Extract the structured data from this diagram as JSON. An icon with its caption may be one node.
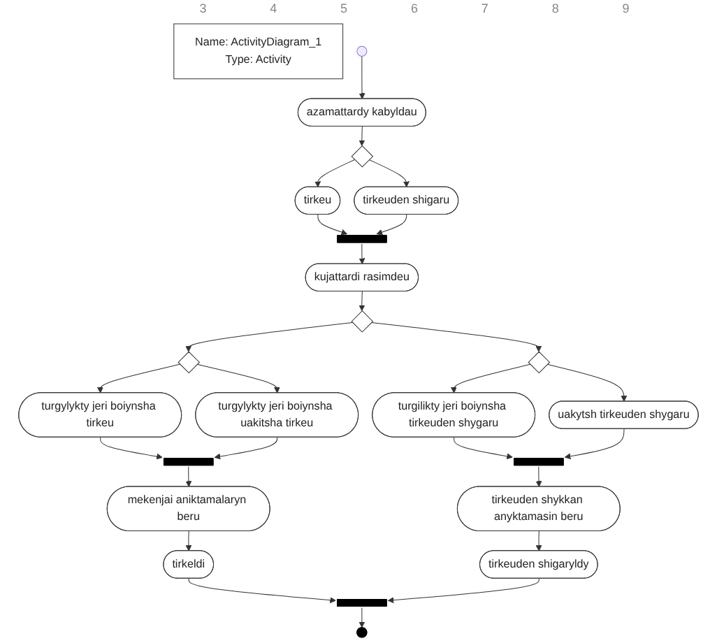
{
  "diagram": {
    "nodes": [
      {
        "text": [
          "Name: ActivityDiagram_1",
          "Type: Activity"
        ]
      },
      {
        "text": [],
        "shape": "circle"
      },
      {
        "text": [
          "azamattardy kabyldau"
        ]
      },
      {
        "text": [],
        "shape": "diamond"
      },
      {
        "text": [
          "tirkeu"
        ]
      },
      {
        "text": [
          "tirkeuden shigaru"
        ]
      },
      {
        "text": [],
        "shape": "bar"
      },
      {
        "text": [
          "kujattardi rasimdeu"
        ]
      },
      {
        "text": [],
        "shape": "diamond"
      },
      {
        "text": [],
        "shape": "diamond"
      },
      {
        "text": [],
        "shape": "diamond"
      },
      {
        "text": [
          "turgylykty jeri boiynsha tirkeu"
        ]
      },
      {
        "text": [
          "turgylykty jeri boiynsha uakitsha tirkeu"
        ]
      },
      {
        "text": [
          "turgilikty jeri boiynsha tirkeuden shygaru"
        ]
      },
      {
        "text": [
          "uakytsh tirkeuden shygaru"
        ]
      },
      {
        "text": [],
        "shape": "bar"
      },
      {
        "text": [],
        "shape": "bar"
      },
      {
        "text": [
          "mekenjai aniktamalaryn beru"
        ]
      },
      {
        "text": [
          "tirkeuden shykkan anyktamasin beru"
        ]
      },
      {
        "text": [
          "tirkeldi"
        ]
      },
      {
        "text": [
          "tirkeuden shigaryldy"
        ]
      },
      {
        "text": [],
        "shape": "bar"
      },
      {
        "text": [],
        "shape": "circle"
      }
    ],
    "edges": [
      {
        "from": 1,
        "to": 2,
        "arrow": "to"
      },
      {
        "from": 2,
        "to": 3,
        "arrow": "to"
      },
      {
        "from": 3,
        "to": 4,
        "arrow": "to"
      },
      {
        "from": 3,
        "to": 5,
        "arrow": "to"
      },
      {
        "from": 4,
        "to": 6,
        "arrow": "to"
      },
      {
        "from": 5,
        "to": 6,
        "arrow": "to"
      },
      {
        "from": 6,
        "to": 7,
        "arrow": "to"
      },
      {
        "from": 7,
        "to": 8,
        "arrow": "to"
      },
      {
        "from": 8,
        "to": 9,
        "arrow": "to"
      },
      {
        "from": 8,
        "to": 10,
        "arrow": "to"
      },
      {
        "from": 9,
        "to": 11,
        "arrow": "to"
      },
      {
        "from": 9,
        "to": 12,
        "arrow": "to"
      },
      {
        "from": 10,
        "to": 13,
        "arrow": "to"
      },
      {
        "from": 10,
        "to": 14,
        "arrow": "to"
      },
      {
        "from": 11,
        "to": 15,
        "arrow": "to"
      },
      {
        "from": 12,
        "to": 15,
        "arrow": "to"
      },
      {
        "from": 13,
        "to": 16,
        "arrow": "to"
      },
      {
        "from": 14,
        "to": 16,
        "arrow": "to"
      },
      {
        "from": 15,
        "to": 17,
        "arrow": "to"
      },
      {
        "from": 16,
        "to": 18,
        "arrow": "to"
      },
      {
        "from": 17,
        "to": 19,
        "arrow": "to"
      },
      {
        "from": 18,
        "to": 20,
        "arrow": "to"
      },
      {
        "from": 19,
        "to": 21,
        "arrow": "to"
      },
      {
        "from": 20,
        "to": 21,
        "arrow": "to"
      },
      {
        "from": 21,
        "to": 22,
        "arrow": "to"
      }
    ],
    "labels": [
      "3",
      "4",
      "5",
      "6",
      "7",
      "8",
      "9"
    ]
  }
}
